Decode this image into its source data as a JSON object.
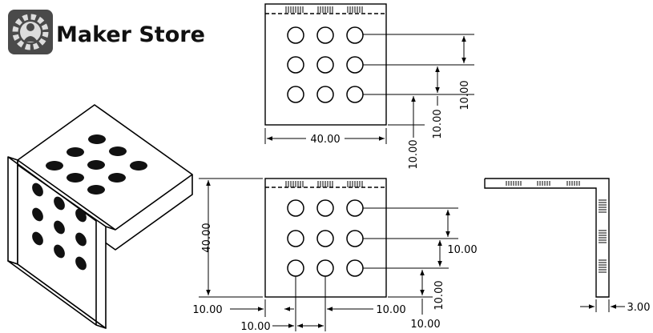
{
  "brand": {
    "name": "Maker Store",
    "logo_icon": "gear-person-icon"
  },
  "views": {
    "top": {
      "width_label": "40.00",
      "hole_pitch_labels": [
        "10.00",
        "10.00",
        "10.00"
      ]
    },
    "front": {
      "height_label": "40.00",
      "left_offset_label": "10.00",
      "hole_pitch_label_x": "10.00",
      "bottom_offset_label": "10.00",
      "right_offset_label": "10.00",
      "vertical_pitch_labels": [
        "10.00",
        "10.00"
      ]
    },
    "side": {
      "thickness_label": "3.00"
    }
  },
  "colors": {
    "line": "#000000",
    "logo_bg": "#4a4a4a",
    "text": "#111111"
  }
}
